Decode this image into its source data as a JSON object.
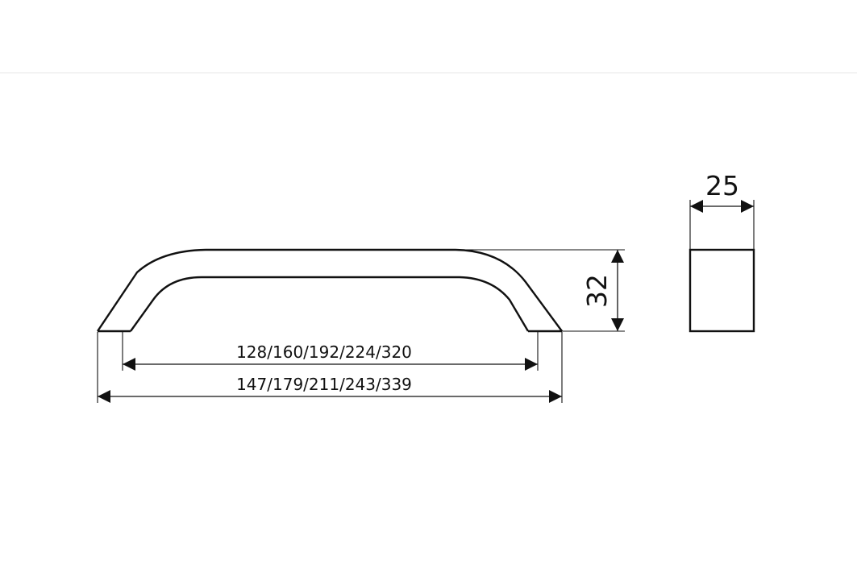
{
  "drawing": {
    "inner_length_label": "128/160/192/224/320",
    "outer_length_label": "147/179/211/243/339",
    "height_label": "32",
    "width_label": "25",
    "line_color": "#111111"
  }
}
